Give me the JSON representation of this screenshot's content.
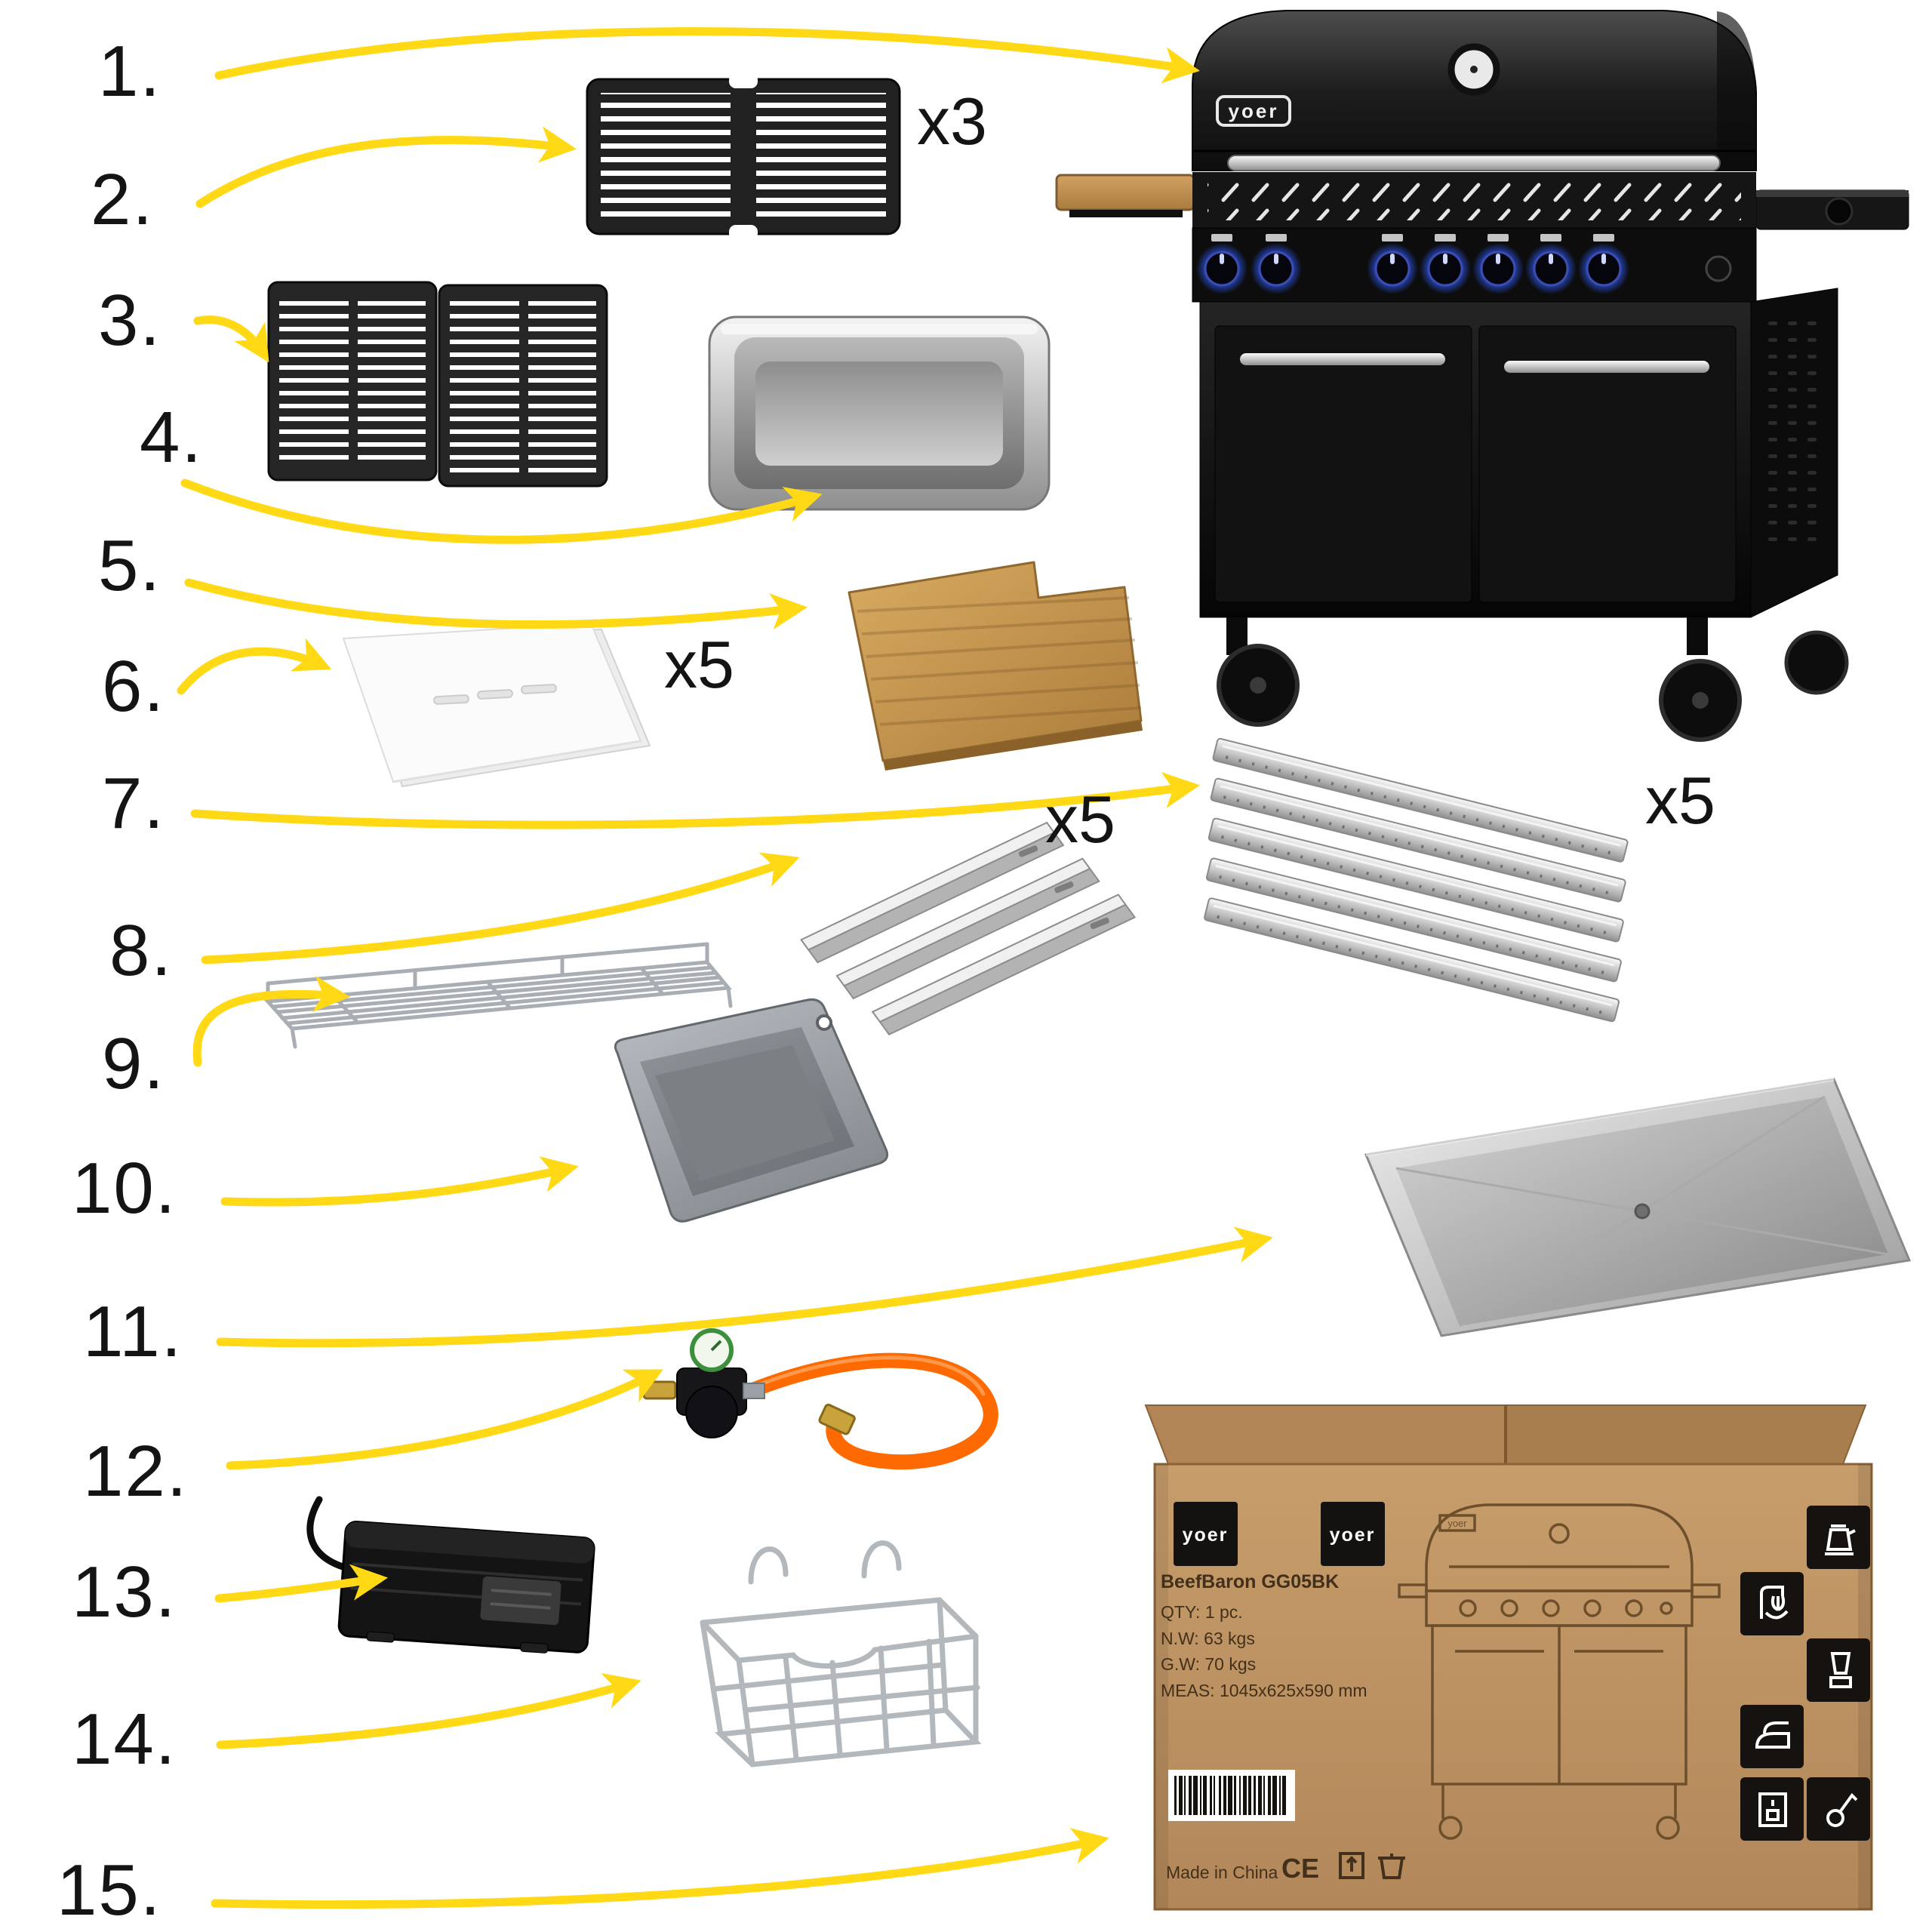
{
  "list": {
    "items": [
      {
        "label": "1."
      },
      {
        "label": "2."
      },
      {
        "label": "3."
      },
      {
        "label": "4."
      },
      {
        "label": "5."
      },
      {
        "label": "6."
      },
      {
        "label": "7."
      },
      {
        "label": "8."
      },
      {
        "label": "9."
      },
      {
        "label": "10."
      },
      {
        "label": "11."
      },
      {
        "label": "12."
      },
      {
        "label": "13."
      },
      {
        "label": "14."
      },
      {
        "label": "15."
      }
    ]
  },
  "multipliers": {
    "cooking_grate": "x3",
    "teflon_sheets": "x5",
    "heat_plates": "x5",
    "flame_tamers": "x5"
  },
  "grill": {
    "brand": "yoer"
  },
  "box": {
    "brand": "yoer",
    "model": "BeefBaron GG05BK",
    "qty": "QTY: 1 pc.",
    "net_weight": "N.W: 63 kgs",
    "gross_weight": "G.W: 70 kgs",
    "measurements": "MEAS: 1045x625x590 mm",
    "made_in": "Made in China",
    "ce": "CE"
  },
  "colors": {
    "arrow_yellow": "#FFD915",
    "number_text": "#141414",
    "cardboard": "#c1976</p>6",
    "blue_knob_glow": "#2e5bff"
  }
}
